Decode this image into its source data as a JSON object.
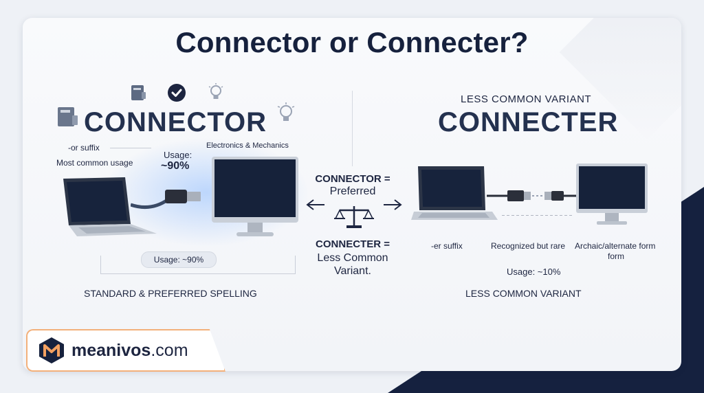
{
  "title": "Connector or Connecter?",
  "left": {
    "word": "CONNECTOR",
    "suffix": "-or suffix",
    "common": "Most common usage",
    "usage_label": "Usage:",
    "usage_value": "~90%",
    "field": "Electronics & Mechanics",
    "usage_pill": "Usage: ~90%",
    "caption": "STANDARD & PREFERRED SPELLING"
  },
  "middle": {
    "line1_bold": "CONNECTOR =",
    "line1": "Preferred",
    "line2_bold": "CONNECTER =",
    "line2a": "Less Common",
    "line2b": "Variant."
  },
  "right": {
    "overline": "LESS COMMON VARIANT",
    "word": "CONNECTER",
    "suffix": "-er suffix",
    "rare": "Recognized but rare",
    "archaic": "Archaic/alternate form",
    "archaic2": "form",
    "usage": "Usage: ~10%",
    "caption": "LESS COMMON VARIANT"
  },
  "brand": {
    "name": "meanivos",
    "tld": ".com"
  },
  "colors": {
    "navy": "#16213d",
    "accent_orange": "#f3a060",
    "glow_blue": "#78afff"
  }
}
